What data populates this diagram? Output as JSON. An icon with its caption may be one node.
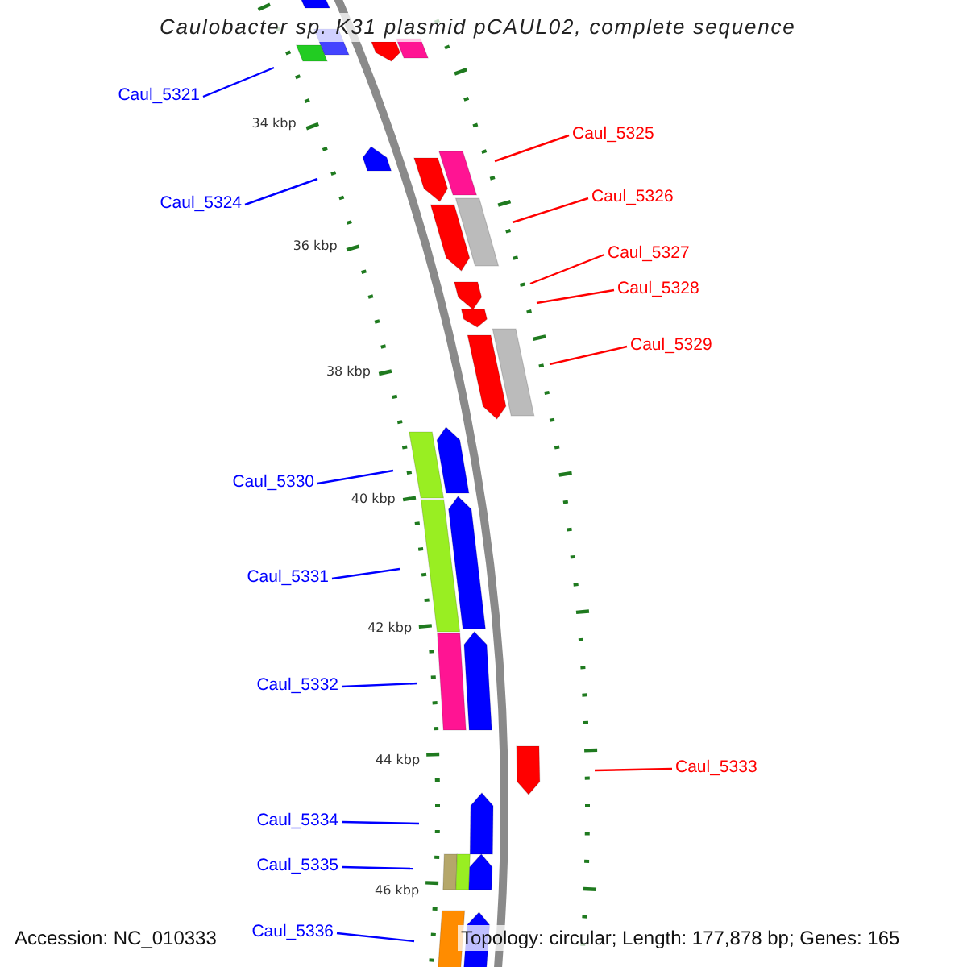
{
  "diagram": {
    "title": "Caulobacter sp. K31 plasmid pCAUL02, complete sequence",
    "nodes": [
      {
        "text": [
          "Caul_5321"
        ]
      },
      {
        "text": [
          "Caul_5324"
        ]
      },
      {
        "text": [
          "Caul_5325"
        ]
      },
      {
        "text": [
          "Caul_5326"
        ]
      },
      {
        "text": [
          "Caul_5327"
        ]
      },
      {
        "text": [
          "Caul_5328"
        ]
      },
      {
        "text": [
          "Caul_5329"
        ]
      },
      {
        "text": [
          "Caul_5330"
        ]
      },
      {
        "text": [
          "Caul_5331"
        ]
      },
      {
        "text": [
          "Caul_5332"
        ]
      },
      {
        "text": [
          "Caul_5333"
        ]
      },
      {
        "text": [
          "Caul_5334"
        ]
      },
      {
        "text": [
          "Caul_5335"
        ]
      },
      {
        "text": [
          "Caul_5336"
        ]
      }
    ],
    "edges": [
      {
        "from": 0,
        "to": null,
        "arrow": "none",
        "color": "#0000ff"
      },
      {
        "from": 1,
        "to": null,
        "arrow": "none",
        "color": "#0000ff"
      },
      {
        "from": 2,
        "to": null,
        "arrow": "none",
        "color": "#ff0000"
      },
      {
        "from": 3,
        "to": null,
        "arrow": "none",
        "color": "#ff0000"
      },
      {
        "from": 4,
        "to": null,
        "arrow": "none",
        "color": "#ff0000"
      },
      {
        "from": 5,
        "to": null,
        "arrow": "none",
        "color": "#ff0000"
      },
      {
        "from": 6,
        "to": null,
        "arrow": "none",
        "color": "#ff0000"
      },
      {
        "from": 7,
        "to": null,
        "arrow": "none",
        "color": "#0000ff"
      },
      {
        "from": 8,
        "to": null,
        "arrow": "none",
        "color": "#0000ff"
      },
      {
        "from": 9,
        "to": null,
        "arrow": "none",
        "color": "#0000ff"
      },
      {
        "from": 10,
        "to": null,
        "arrow": "none",
        "color": "#ff0000"
      },
      {
        "from": 11,
        "to": null,
        "arrow": "none",
        "color": "#0000ff"
      },
      {
        "from": 12,
        "to": null,
        "arrow": "none",
        "color": "#0000ff"
      },
      {
        "from": 13,
        "to": null,
        "arrow": "none",
        "color": "#0000ff"
      }
    ],
    "labels": [
      "34 kbp",
      "36 kbp",
      "38 kbp",
      "40 kbp",
      "42 kbp",
      "44 kbp",
      "46 kbp",
      "Accession: NC_010333",
      "Topology: circular; Length: 177,878 bp; Genes: 165"
    ]
  }
}
